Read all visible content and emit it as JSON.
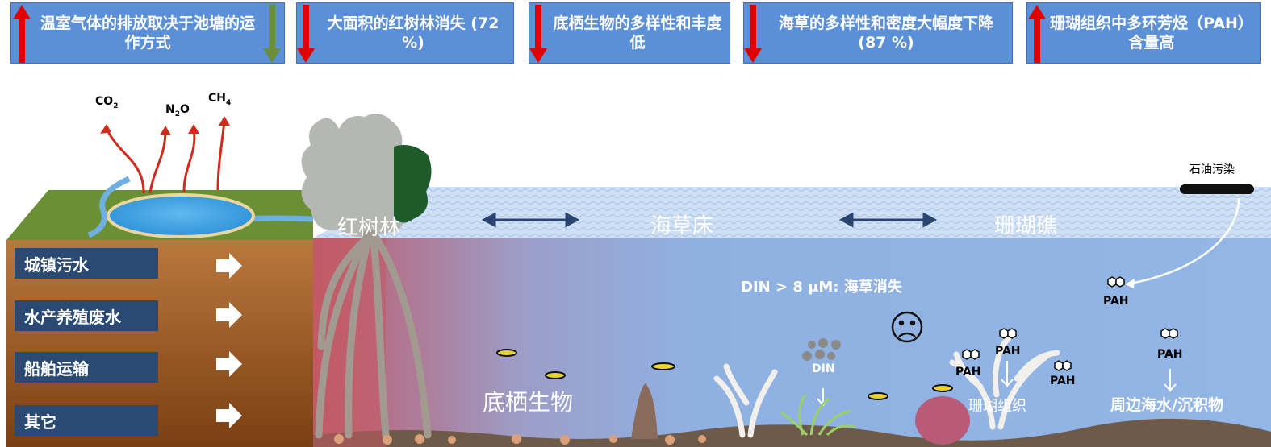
{
  "banners": [
    {
      "text": "温室气体的排放取决于池塘的运作方式",
      "arrow": "up-down"
    },
    {
      "text": "大面积的红树林消失 (72 %)",
      "arrow": "down"
    },
    {
      "text": "底栖生物的多样性和丰度低",
      "arrow": "down"
    },
    {
      "text": "海草的多样性和密度大幅度下降(87 %)",
      "arrow": "down"
    },
    {
      "text": "珊瑚组织中多环芳烃（PAH）含量高",
      "arrow": "up"
    }
  ],
  "gases": [
    "CO2",
    "N2O",
    "CH4"
  ],
  "gas_labels": {
    "co2": "CO",
    "co2_sub": "2",
    "n2o_a": "N",
    "n2o_sub": "2",
    "n2o_b": "O",
    "ch4": "CH",
    "ch4_sub": "4"
  },
  "sources": [
    "城镇污水",
    "水产养殖废水",
    "船舶运输",
    "其它"
  ],
  "habitats": {
    "mangrove": "红树林",
    "seagrass": "海草床",
    "coral": "珊瑚礁"
  },
  "labels": {
    "oil": "石油污染",
    "din_threshold": "DIN > 8 μM: 海草消失",
    "din": "DIN",
    "pah": "PAH",
    "benthos": "底栖生物",
    "coral_tissue": "珊瑚组织",
    "seawater": "周边海水/沉积物"
  },
  "colors": {
    "banner": "#5b8fd6",
    "up_arrow": "#e00000",
    "down_arrow": "#e00000",
    "green_arrow": "#6b8e3a",
    "source_box": "#2a4a74",
    "soil": "#9a5a2a",
    "water": "#8fb4e0"
  }
}
